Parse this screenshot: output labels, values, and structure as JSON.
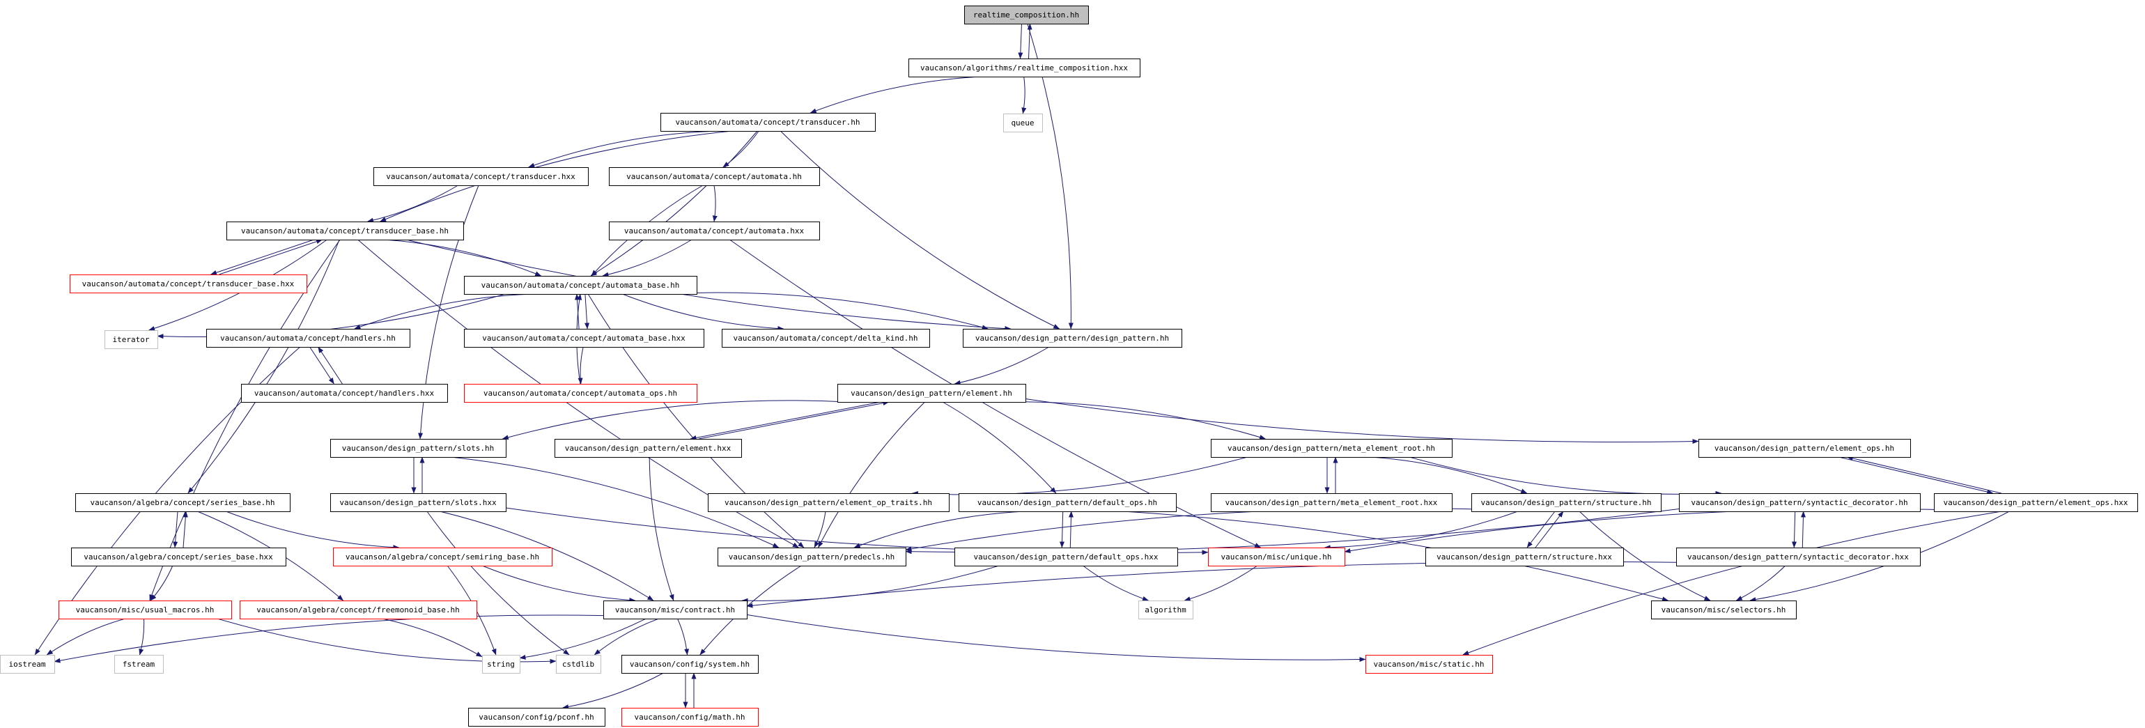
{
  "graph": {
    "nodes": [
      {
        "id": "n0",
        "label": "realtime_composition.hh",
        "kind": "root"
      },
      {
        "id": "n1",
        "label": "vaucanson/algorithms/realtime_composition.hxx",
        "kind": "normal"
      },
      {
        "id": "n2",
        "label": "queue",
        "kind": "system"
      },
      {
        "id": "n3",
        "label": "vaucanson/automata/concept/transducer.hh",
        "kind": "normal"
      },
      {
        "id": "n4",
        "label": "vaucanson/automata/concept/transducer.hxx",
        "kind": "normal"
      },
      {
        "id": "n5",
        "label": "vaucanson/automata/concept/automata.hh",
        "kind": "normal"
      },
      {
        "id": "n6",
        "label": "vaucanson/automata/concept/transducer_base.hh",
        "kind": "normal"
      },
      {
        "id": "n7",
        "label": "vaucanson/automata/concept/automata.hxx",
        "kind": "normal"
      },
      {
        "id": "n8",
        "label": "vaucanson/automata/concept/transducer_base.hxx",
        "kind": "incomplete"
      },
      {
        "id": "n9",
        "label": "vaucanson/automata/concept/automata_base.hh",
        "kind": "normal"
      },
      {
        "id": "n10",
        "label": "iterator",
        "kind": "system"
      },
      {
        "id": "n11",
        "label": "vaucanson/automata/concept/handlers.hh",
        "kind": "normal"
      },
      {
        "id": "n12",
        "label": "vaucanson/automata/concept/automata_base.hxx",
        "kind": "normal"
      },
      {
        "id": "n13",
        "label": "vaucanson/automata/concept/delta_kind.hh",
        "kind": "normal"
      },
      {
        "id": "n14",
        "label": "vaucanson/design_pattern/design_pattern.hh",
        "kind": "normal"
      },
      {
        "id": "n15",
        "label": "vaucanson/automata/concept/handlers.hxx",
        "kind": "normal"
      },
      {
        "id": "n16",
        "label": "vaucanson/automata/concept/automata_ops.hh",
        "kind": "incomplete"
      },
      {
        "id": "n17",
        "label": "vaucanson/design_pattern/element.hh",
        "kind": "normal"
      },
      {
        "id": "n18",
        "label": "vaucanson/design_pattern/slots.hh",
        "kind": "normal"
      },
      {
        "id": "n19",
        "label": "vaucanson/design_pattern/element.hxx",
        "kind": "normal"
      },
      {
        "id": "n20",
        "label": "vaucanson/design_pattern/meta_element_root.hh",
        "kind": "normal"
      },
      {
        "id": "n21",
        "label": "vaucanson/design_pattern/element_ops.hh",
        "kind": "normal"
      },
      {
        "id": "n22",
        "label": "vaucanson/algebra/concept/series_base.hh",
        "kind": "normal"
      },
      {
        "id": "n23",
        "label": "vaucanson/design_pattern/slots.hxx",
        "kind": "normal"
      },
      {
        "id": "n24",
        "label": "vaucanson/design_pattern/element_op_traits.hh",
        "kind": "normal"
      },
      {
        "id": "n25",
        "label": "vaucanson/design_pattern/default_ops.hh",
        "kind": "normal"
      },
      {
        "id": "n26",
        "label": "vaucanson/design_pattern/meta_element_root.hxx",
        "kind": "normal"
      },
      {
        "id": "n27",
        "label": "vaucanson/design_pattern/structure.hh",
        "kind": "normal"
      },
      {
        "id": "n28",
        "label": "vaucanson/design_pattern/syntactic_decorator.hh",
        "kind": "normal"
      },
      {
        "id": "n29",
        "label": "vaucanson/design_pattern/element_ops.hxx",
        "kind": "normal"
      },
      {
        "id": "n30",
        "label": "vaucanson/algebra/concept/series_base.hxx",
        "kind": "normal"
      },
      {
        "id": "n31",
        "label": "vaucanson/algebra/concept/semiring_base.hh",
        "kind": "incomplete"
      },
      {
        "id": "n32",
        "label": "vaucanson/design_pattern/predecls.hh",
        "kind": "normal"
      },
      {
        "id": "n33",
        "label": "vaucanson/design_pattern/default_ops.hxx",
        "kind": "normal"
      },
      {
        "id": "n34",
        "label": "vaucanson/misc/unique.hh",
        "kind": "incomplete"
      },
      {
        "id": "n35",
        "label": "vaucanson/design_pattern/structure.hxx",
        "kind": "normal"
      },
      {
        "id": "n36",
        "label": "vaucanson/design_pattern/syntactic_decorator.hxx",
        "kind": "normal"
      },
      {
        "id": "n37",
        "label": "vaucanson/misc/usual_macros.hh",
        "kind": "incomplete"
      },
      {
        "id": "n38",
        "label": "vaucanson/algebra/concept/freemonoid_base.hh",
        "kind": "incomplete"
      },
      {
        "id": "n39",
        "label": "vaucanson/misc/contract.hh",
        "kind": "normal"
      },
      {
        "id": "n40",
        "label": "algorithm",
        "kind": "system"
      },
      {
        "id": "n41",
        "label": "vaucanson/misc/selectors.hh",
        "kind": "normal"
      },
      {
        "id": "n42",
        "label": "iostream",
        "kind": "system"
      },
      {
        "id": "n43",
        "label": "fstream",
        "kind": "system"
      },
      {
        "id": "n44",
        "label": "string",
        "kind": "system"
      },
      {
        "id": "n45",
        "label": "cstdlib",
        "kind": "system"
      },
      {
        "id": "n46",
        "label": "vaucanson/config/system.hh",
        "kind": "normal"
      },
      {
        "id": "n47",
        "label": "vaucanson/misc/static.hh",
        "kind": "incomplete"
      },
      {
        "id": "n48",
        "label": "vaucanson/config/pconf.hh",
        "kind": "normal"
      },
      {
        "id": "n49",
        "label": "vaucanson/config/math.hh",
        "kind": "incomplete"
      }
    ],
    "edges": [
      [
        "n0",
        "n1"
      ],
      [
        "n1",
        "n0"
      ],
      [
        "n0",
        "n14"
      ],
      [
        "n1",
        "n3"
      ],
      [
        "n1",
        "n2"
      ],
      [
        "n3",
        "n4"
      ],
      [
        "n3",
        "n5"
      ],
      [
        "n3",
        "n6"
      ],
      [
        "n3",
        "n9"
      ],
      [
        "n3",
        "n14"
      ],
      [
        "n4",
        "n6"
      ],
      [
        "n4",
        "n18"
      ],
      [
        "n5",
        "n7"
      ],
      [
        "n5",
        "n9"
      ],
      [
        "n6",
        "n8"
      ],
      [
        "n8",
        "n6"
      ],
      [
        "n6",
        "n9"
      ],
      [
        "n6",
        "n14"
      ],
      [
        "n6",
        "n10"
      ],
      [
        "n6",
        "n37"
      ],
      [
        "n6",
        "n22"
      ],
      [
        "n6",
        "n32"
      ],
      [
        "n7",
        "n9"
      ],
      [
        "n7",
        "n34"
      ],
      [
        "n9",
        "n10"
      ],
      [
        "n9",
        "n11"
      ],
      [
        "n9",
        "n12"
      ],
      [
        "n9",
        "n13"
      ],
      [
        "n9",
        "n14"
      ],
      [
        "n9",
        "n32"
      ],
      [
        "n12",
        "n9"
      ],
      [
        "n12",
        "n16"
      ],
      [
        "n16",
        "n9"
      ],
      [
        "n11",
        "n15"
      ],
      [
        "n15",
        "n11"
      ],
      [
        "n11",
        "n42"
      ],
      [
        "n14",
        "n17"
      ],
      [
        "n17",
        "n18"
      ],
      [
        "n17",
        "n19"
      ],
      [
        "n19",
        "n17"
      ],
      [
        "n17",
        "n20"
      ],
      [
        "n17",
        "n21"
      ],
      [
        "n17",
        "n25"
      ],
      [
        "n17",
        "n32"
      ],
      [
        "n18",
        "n23"
      ],
      [
        "n23",
        "n18"
      ],
      [
        "n18",
        "n32"
      ],
      [
        "n19",
        "n39"
      ],
      [
        "n20",
        "n26"
      ],
      [
        "n26",
        "n20"
      ],
      [
        "n20",
        "n27"
      ],
      [
        "n20",
        "n28"
      ],
      [
        "n20",
        "n24"
      ],
      [
        "n21",
        "n29"
      ],
      [
        "n29",
        "n21"
      ],
      [
        "n22",
        "n30"
      ],
      [
        "n30",
        "n22"
      ],
      [
        "n22",
        "n31"
      ],
      [
        "n22",
        "n38"
      ],
      [
        "n23",
        "n34"
      ],
      [
        "n23",
        "n39"
      ],
      [
        "n23",
        "n45"
      ],
      [
        "n24",
        "n32"
      ],
      [
        "n25",
        "n33"
      ],
      [
        "n33",
        "n25"
      ],
      [
        "n25",
        "n32"
      ],
      [
        "n25",
        "n41"
      ],
      [
        "n27",
        "n35"
      ],
      [
        "n35",
        "n27"
      ],
      [
        "n27",
        "n32"
      ],
      [
        "n27",
        "n34"
      ],
      [
        "n27",
        "n41"
      ],
      [
        "n28",
        "n36"
      ],
      [
        "n36",
        "n28"
      ],
      [
        "n28",
        "n32"
      ],
      [
        "n29",
        "n34"
      ],
      [
        "n29",
        "n41"
      ],
      [
        "n29",
        "n47"
      ],
      [
        "n30",
        "n37"
      ],
      [
        "n31",
        "n39"
      ],
      [
        "n31",
        "n44"
      ],
      [
        "n32",
        "n46"
      ],
      [
        "n33",
        "n39"
      ],
      [
        "n33",
        "n40"
      ],
      [
        "n34",
        "n40"
      ],
      [
        "n36",
        "n39"
      ],
      [
        "n36",
        "n41"
      ],
      [
        "n37",
        "n42"
      ],
      [
        "n37",
        "n43"
      ],
      [
        "n37",
        "n45"
      ],
      [
        "n38",
        "n44"
      ],
      [
        "n39",
        "n42"
      ],
      [
        "n39",
        "n44"
      ],
      [
        "n39",
        "n45"
      ],
      [
        "n39",
        "n46"
      ],
      [
        "n39",
        "n47"
      ],
      [
        "n46",
        "n48"
      ],
      [
        "n46",
        "n49"
      ],
      [
        "n49",
        "n46"
      ]
    ]
  },
  "colors": {
    "edge": "#191970",
    "normal_border": "#000000",
    "incomplete_border": "#ff0000",
    "system_border": "#bfbfbf",
    "root_fill": "#bfbfbf",
    "fill": "#ffffff",
    "text": "#000000"
  }
}
